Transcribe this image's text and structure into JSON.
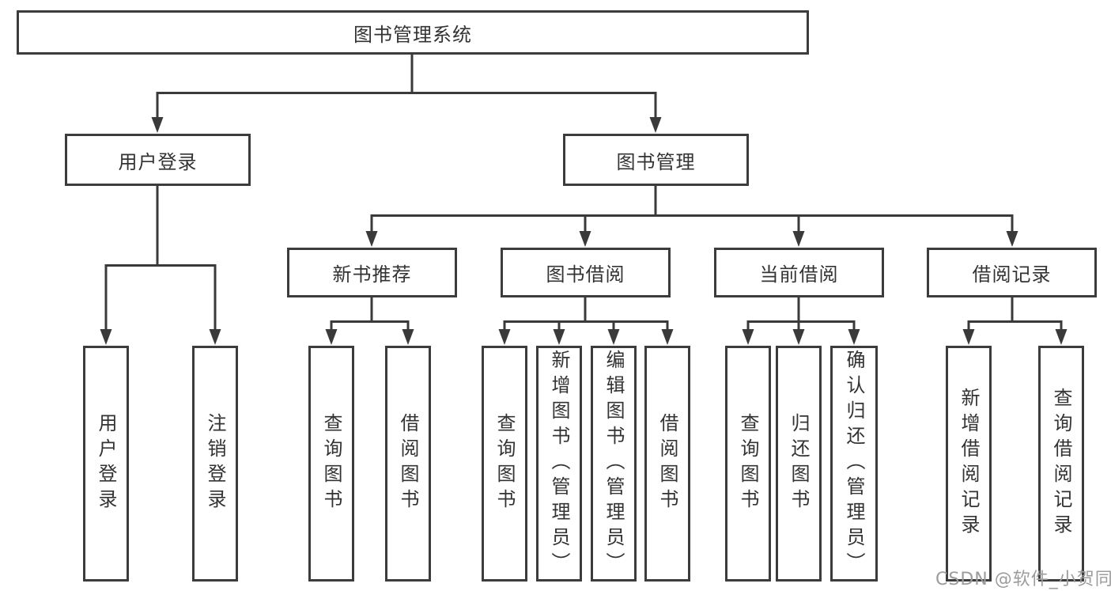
{
  "diagram": {
    "title": "图书管理系统",
    "branches": [
      {
        "label": "用户登录",
        "children": [
          {
            "label": "用户登录"
          },
          {
            "label": "注销登录"
          }
        ]
      },
      {
        "label": "图书管理",
        "children": [
          {
            "label": "新书推荐",
            "children": [
              {
                "label": "查询图书"
              },
              {
                "label": "借阅图书"
              }
            ]
          },
          {
            "label": "图书借阅",
            "children": [
              {
                "label": "查询图书"
              },
              {
                "label": "新增图书（管理员）"
              },
              {
                "label": "编辑图书（管理员）"
              },
              {
                "label": "借阅图书"
              }
            ]
          },
          {
            "label": "当前借阅",
            "children": [
              {
                "label": "查询图书"
              },
              {
                "label": "归还图书"
              },
              {
                "label": "确认归还（管理员）"
              }
            ]
          },
          {
            "label": "借阅记录",
            "children": [
              {
                "label": "新增借阅记录"
              },
              {
                "label": "查询借阅记录"
              }
            ]
          }
        ]
      }
    ]
  },
  "watermark": {
    "text": "CSDN @软件_小贺同学",
    "color": "#9c9c9c"
  },
  "colors": {
    "line": "#3a3a3a",
    "box_border": "#3c3c3c",
    "text": "#333333",
    "background": "#ffffff"
  }
}
